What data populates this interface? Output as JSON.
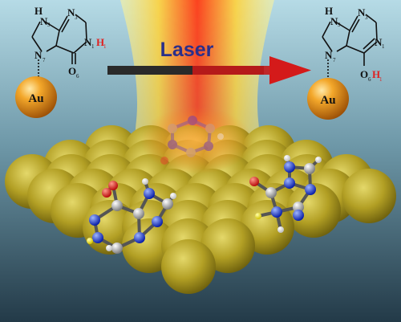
{
  "laser_label": "Laser",
  "left_molecule": {
    "gold_label": "Au",
    "atoms": {
      "h9": "H",
      "h9_sub": "9",
      "n3": "N",
      "n3_sub": "3",
      "n1": "N",
      "n1_sub": "1",
      "h1": "H",
      "h1_sub": "1",
      "n7": "N",
      "n7_sub": "7",
      "o6": "O",
      "o6_sub": "6"
    }
  },
  "right_molecule": {
    "gold_label": "Au",
    "atoms": {
      "h9": "H",
      "h9_sub": "9",
      "n3": "N",
      "n3_sub": "3",
      "n1": "N",
      "n1_sub": "1",
      "n7": "N",
      "n7_sub": "7",
      "o6": "O",
      "o6_sub": "6",
      "h1": "H",
      "h1_sub": "1"
    }
  },
  "colors": {
    "laser_text": "#2b2f8a",
    "hydrogen_highlight": "#e02020",
    "arrow_dark": "#2a2a2a",
    "arrow_red": "#d41a1a",
    "gold": "#e0901a",
    "surface_gold": "#b8a52a",
    "background_top": "#a9d3e0",
    "background_bottom": "#2a4352"
  }
}
